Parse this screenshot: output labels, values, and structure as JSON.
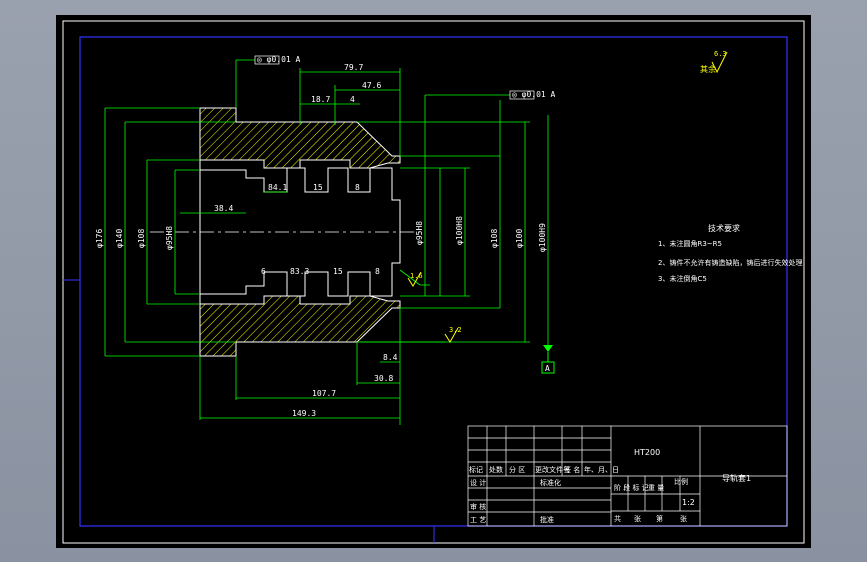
{
  "drawing": {
    "roughness_symbol": "其余",
    "roughness_value": "6.3",
    "roughness_value_2": "3.2",
    "roughness_value_3": "1.6",
    "datum_label": "A",
    "tolerance_frame_1": "◎ φ0.01 A",
    "tolerance_frame_2": "◎ φ0.01 A",
    "dimensions": {
      "d_79_7": "79.7",
      "d_47_6": "47.6",
      "d_18_7": "18.7",
      "d_4": "4",
      "d_84_1": "84.1",
      "d_15_top": "15",
      "d_8_top": "8",
      "d_38_4": "38.4",
      "d_6": "6",
      "d_83_3": "83.3",
      "d_15_bot": "15",
      "d_8_bot": "8",
      "d_8_4": "8.4",
      "d_30_8": "30.8",
      "d_107_7": "107.7",
      "d_149_3": "149.3",
      "dia_176": "φ176",
      "dia_140": "φ140",
      "dia_108": "φ108",
      "dia_95h8": "φ95H8",
      "dia_100": "φ100",
      "dia_95h8_2": "φ95H8",
      "dia_100h8": "φ100H8",
      "dia_108h": "φ108",
      "dia_100h9": "φ100H9"
    },
    "tech_requirements": {
      "title": "技术要求",
      "items": [
        "1、未注圆角R3~R5",
        "2、铸件不允许有铸造缺陷，铸后进行失效处理",
        "3、未注倒角C5"
      ]
    }
  },
  "title_block": {
    "material": "HT200",
    "part_name": "导轨套1",
    "scale_label": "比例",
    "scale": "1:2",
    "row_labels": [
      "标记",
      "处数",
      "分 区",
      "更改文件号",
      "签 名",
      "年、月、日"
    ],
    "left_labels": [
      "设 计",
      "审 核",
      "工 艺"
    ],
    "std_label": "标准化",
    "approve_label": "批准",
    "stage_headers": [
      "阶 段 标 记",
      "重 量",
      "比 例"
    ],
    "sheet_labels": [
      "共",
      "张",
      "第",
      "张"
    ]
  }
}
